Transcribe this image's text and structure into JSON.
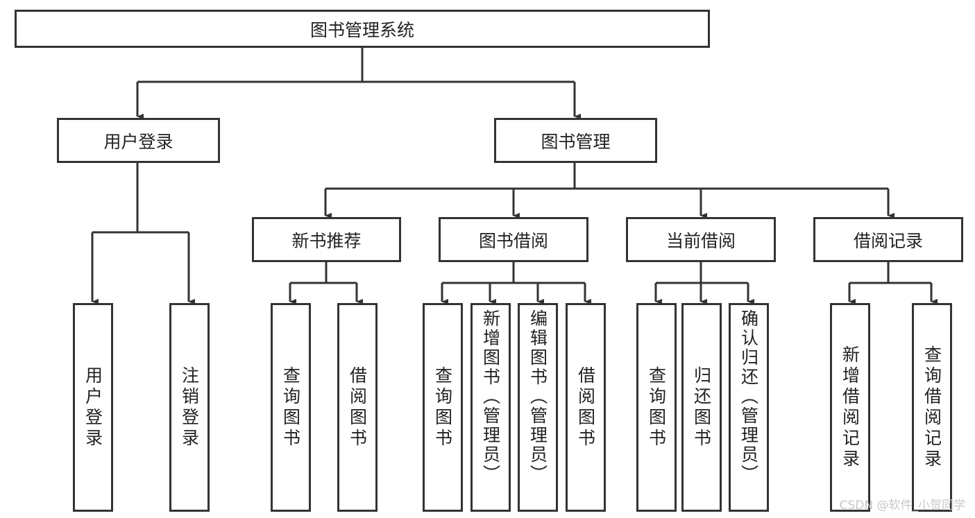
{
  "root": "图书管理系统",
  "level1": {
    "login": "用户登录",
    "books": "图书管理"
  },
  "login_children": [
    "用户登录",
    "注销登录"
  ],
  "level2": [
    "新书推荐",
    "图书借阅",
    "当前借阅",
    "借阅记录"
  ],
  "new_books_children": [
    "查询图书",
    "借阅图书"
  ],
  "borrow_children": [
    "查询图书",
    "新增图书（管理员）",
    "编辑图书（管理员）",
    "借阅图书"
  ],
  "current_children": [
    "查询图书",
    "归还图书",
    "确认归还（管理员）"
  ],
  "records_children": [
    "新增借阅记录",
    "查询借阅记录"
  ],
  "watermark": "CSDN @软件_小贺同学",
  "colors": {
    "line": "#333333",
    "text": "#222222"
  }
}
